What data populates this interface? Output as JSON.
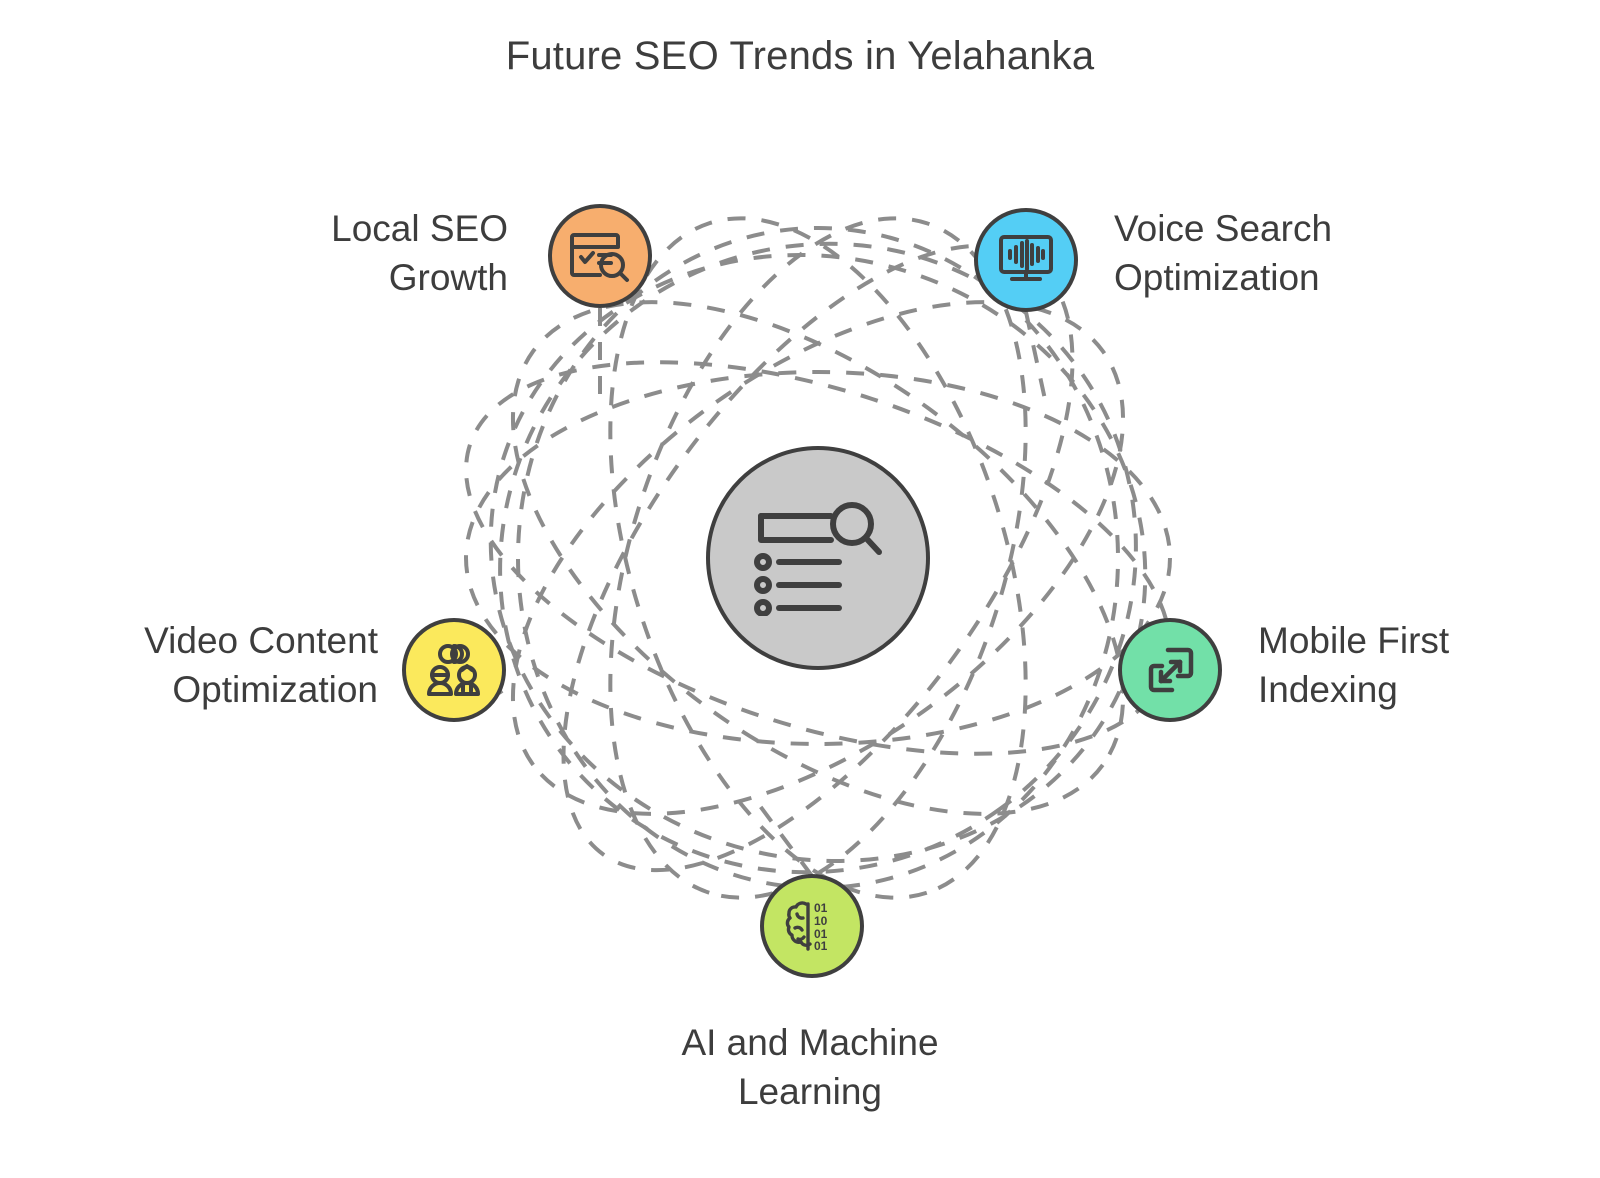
{
  "diagram": {
    "title": "Future SEO Trends in Yelahanka",
    "type": "atom-hub-and-spoke",
    "center": {
      "id": "center-seo",
      "icon": "search-results-list-icon",
      "color": "#c9c9c9",
      "border_color": "#3f3f3f",
      "label": ""
    },
    "orbit_style": {
      "stroke": "#8c8c8c",
      "dash": "18 16",
      "width": 4
    },
    "nodes": [
      {
        "id": "local-seo-growth",
        "label": "Local SEO\nGrowth",
        "color": "#f7ae6e",
        "icon": "browser-check-search-icon",
        "align": "right"
      },
      {
        "id": "voice-search-optimization",
        "label": "Voice Search\nOptimization",
        "color": "#54cef5",
        "icon": "monitor-waveform-icon",
        "align": "left"
      },
      {
        "id": "mobile-first-indexing",
        "label": "Mobile First\nIndexing",
        "color": "#72e0a8",
        "icon": "responsive-devices-icon",
        "align": "left"
      },
      {
        "id": "ai-and-machine-learning",
        "label": "AI and Machine\nLearning",
        "color": "#c3e563",
        "icon": "brain-binary-icon",
        "align": "center"
      },
      {
        "id": "video-content-optimization",
        "label": "Video Content\nOptimization",
        "color": "#fbe95c",
        "icon": "people-group-icon",
        "align": "right"
      }
    ]
  },
  "colors": {
    "background": "#ffffff",
    "text": "#3d3d3d",
    "stroke_dark": "#3f3f3f",
    "orbit": "#8c8c8c"
  }
}
